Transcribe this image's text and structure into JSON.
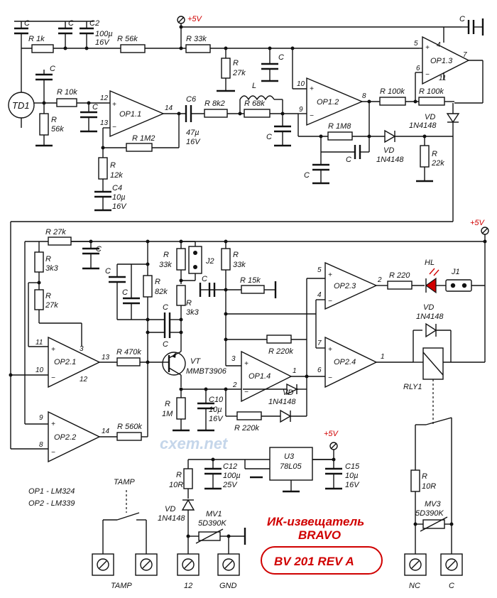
{
  "labels": {
    "plus5_top": "+5V",
    "plus5_right": "+5V",
    "plus5_u3": "+5V",
    "c_tl1": "C",
    "c_tl2": "C",
    "c2": "C2",
    "c2_val1": "100µ",
    "c2_val2": "16V",
    "r1k": "R 1k",
    "r56k_top": "R 56k",
    "r33k_top": "R 33k",
    "r27k_top": "R",
    "r27k_top_val": "27k",
    "c_mid_top": "C",
    "c_right_top": "C",
    "td1": "TD1",
    "c_td": "C",
    "r10k": "R 10k",
    "c_td2": "C",
    "r56k_left": "R",
    "r56k_left_val": "56k",
    "op11": "OP1.1",
    "c6": "C6",
    "c6_val1": "47µ",
    "c6_val2": "16V",
    "r8k2": "R 8k2",
    "r68k": "R 68k",
    "l": "L",
    "c_l": "C",
    "r1m2": "R 1M2",
    "r12k": "R",
    "r12k_val": "12k",
    "c4": "C4",
    "c4_val1": "10µ",
    "c4_val2": "16V",
    "op12": "OP1.2",
    "op13": "OP1.3",
    "r100k_a": "R 100k",
    "r100k_b": "R 100k",
    "vd_top": "VD",
    "vd_top_val": "1N4148",
    "r1m8": "R 1M8",
    "c_fb": "C",
    "vd_mid": "VD",
    "vd_mid_val": "1N4148",
    "r22k": "R",
    "r22k_val": "22k",
    "c_op12": "C",
    "r27k_b": "R 27k",
    "c_b": "C",
    "r3k3_a": "R",
    "r3k3_a_val": "3k3",
    "r27k_c": "R",
    "r27k_c_val": "27k",
    "op21": "OP2.1",
    "op22": "OP2.2",
    "r470k": "R 470k",
    "r560k": "R 560k",
    "c_x1": "C",
    "c_x2": "C",
    "r82k": "R",
    "r82k_val": "82k",
    "r33k_b": "R",
    "r33k_b_val": "33k",
    "j2": "J2",
    "r3k3_b": "R",
    "r3k3_b_val": "3k3",
    "c_x3": "C",
    "c_x4": "C",
    "vt": "VT",
    "vt_val": "MMBT3906",
    "r1m": "R",
    "r1m_val": "1M",
    "c10": "C10",
    "c10_val1": "10µ",
    "c10_val2": "16V",
    "r33k_c": "R",
    "r33k_c_val": "33k",
    "c_y": "C",
    "r15k": "R 15k",
    "r220k_a": "R 220k",
    "op14": "OP1.4",
    "vd_op14": "VD",
    "vd_op14_val": "1N4148",
    "r220k_b": "R 220k",
    "op23": "OP2.3",
    "op24": "OP2.4",
    "r220": "R 220",
    "hl": "HL",
    "j1": "J1",
    "vd_rly": "VD",
    "vd_rly_val": "1N4148",
    "rly1": "RLY1",
    "u3": "U3",
    "u3_val": "78L05",
    "c12": "C12",
    "c12_val1": "100µ",
    "c12_val2": "25V",
    "c15": "C15",
    "c15_val1": "10µ",
    "c15_val2": "16V",
    "r10r_a": "R",
    "r10r_a_val": "10R",
    "vd_pwr": "VD",
    "vd_pwr_val": "1N4148",
    "mv1": "MV1",
    "mv1_val": "5D390K",
    "r10r_b": "R",
    "r10r_b_val": "10R",
    "mv3": "MV3",
    "mv3_val": "5D390K",
    "op1_note": "OP1 - LM324",
    "op2_note": "OP2 - LM339",
    "tamp_top": "TAMP",
    "tamp_bottom": "TAMP",
    "term_12": "12",
    "term_gnd": "GND",
    "term_nc": "NC",
    "term_c": "C",
    "title": "ИК-извещатель",
    "subtitle": "BRAVO",
    "board": "BV 201 REV A",
    "watermark": "cxem.net"
  },
  "pins": {
    "p12": "12",
    "p13": "13",
    "p14": "14",
    "p10": "10",
    "p9": "9",
    "p8": "8",
    "p5": "5",
    "p6": "6",
    "p4": "4",
    "p11": "11",
    "p7": "7",
    "q11": "11",
    "q10": "10",
    "q3": "3",
    "q13": "13",
    "q12": "12",
    "q9": "9",
    "q8": "8",
    "q14": "14",
    "r3": "3",
    "r2": "2",
    "r1": "1",
    "r5": "5",
    "r4": "4",
    "r2b": "2",
    "r7": "7",
    "r6": "6",
    "r1b": "1"
  },
  "colors": {
    "accent": "#d00000",
    "ink": "#111111",
    "watermark": "#c5d6ea"
  }
}
